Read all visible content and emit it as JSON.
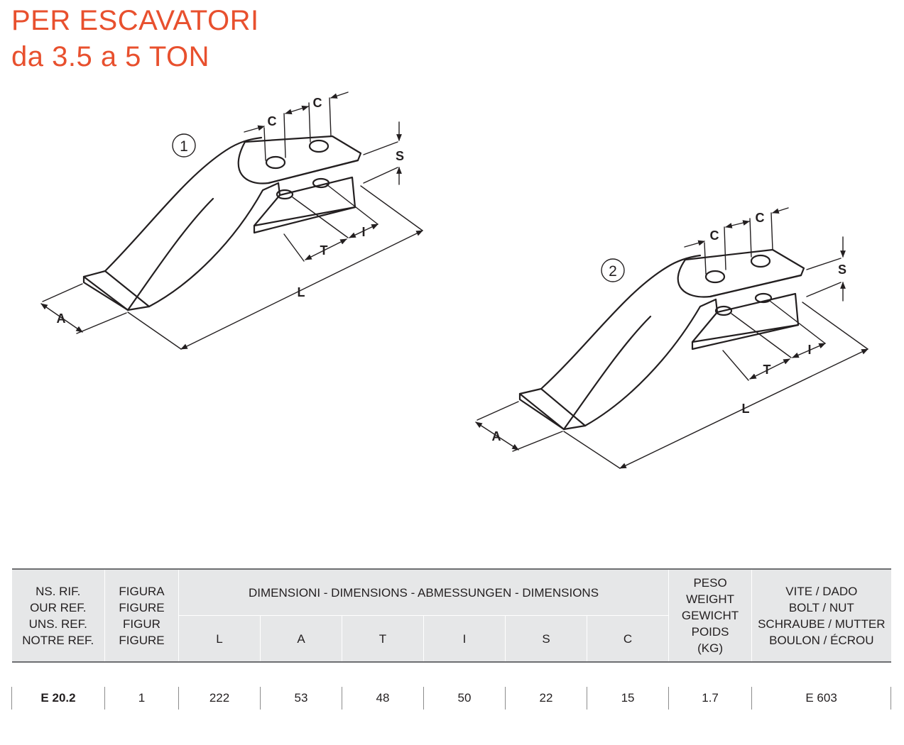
{
  "header": {
    "title_line1": "PER ESCAVATORI",
    "title_line2": "da 3.5 a 5 TON"
  },
  "drawing": {
    "labels": {
      "figure1": "1",
      "figure2": "2",
      "c": "C",
      "s": "S",
      "t": "T",
      "i": "I",
      "l": "L",
      "a": "A"
    }
  },
  "table": {
    "headers": {
      "ref": [
        "NS. RIF.",
        "OUR REF.",
        "UNS. REF.",
        "NOTRE REF."
      ],
      "figure": [
        "FIGURA",
        "FIGURE",
        "FIGUR",
        "FIGURE"
      ],
      "dimensions": "DIMENSIONI - DIMENSIONS - ABMESSUNGEN - DIMENSIONS",
      "dim_cols": [
        "L",
        "A",
        "T",
        "I",
        "S",
        "C"
      ],
      "weight": [
        "PESO",
        "WEIGHT",
        "GEWICHT",
        "POIDS",
        "(KG)"
      ],
      "bolt": [
        "VITE / DADO",
        "BOLT / NUT",
        "SCHRAUBE / MUTTER",
        "BOULON / ÉCROU"
      ]
    },
    "rows": [
      {
        "ref": "E 20.2",
        "figure": "1",
        "L": "222",
        "A": "53",
        "T": "48",
        "I": "50",
        "S": "22",
        "C": "15",
        "weight": "1.7",
        "bolt": "E 603"
      }
    ]
  }
}
